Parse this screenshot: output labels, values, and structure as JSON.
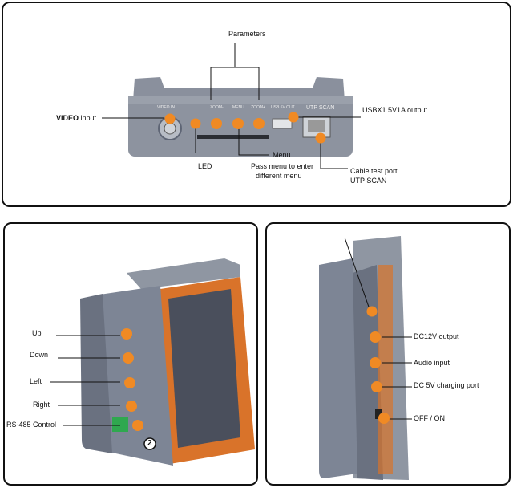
{
  "top": {
    "parameters": "Parameters",
    "video_input_bold": "VIDEO",
    "video_input_rest": " input",
    "usb_output": "USBX1  5V1A output",
    "led": "LED",
    "menu": "Menu",
    "menu_desc_1": "Pass menu to enter",
    "menu_desc_2": "different menu",
    "cable_test_1": "Cable test port",
    "cable_test_2": "UTP SCAN",
    "printed": {
      "video_in": "VIDEO IN",
      "zoom_minus": "ZOOM-",
      "menu": "MENU",
      "zoom_plus": "ZOOM+",
      "usb": "USB 5V OUT",
      "utp": "UTP SCAN"
    }
  },
  "left": {
    "up": "Up",
    "down": "Down",
    "left": "Left",
    "right": "Right",
    "rs485": "RS-485 Control",
    "badge": "2"
  },
  "right": {
    "dc12v": "DC12V output",
    "audio": "Audio input",
    "dc5v": "DC 5V charging port",
    "offon": "OFF / ON"
  },
  "colors": {
    "orange": "#f08a24",
    "device_gray": "#7d8595",
    "device_dark": "#5e6575",
    "screen_orange": "#d9732a"
  }
}
